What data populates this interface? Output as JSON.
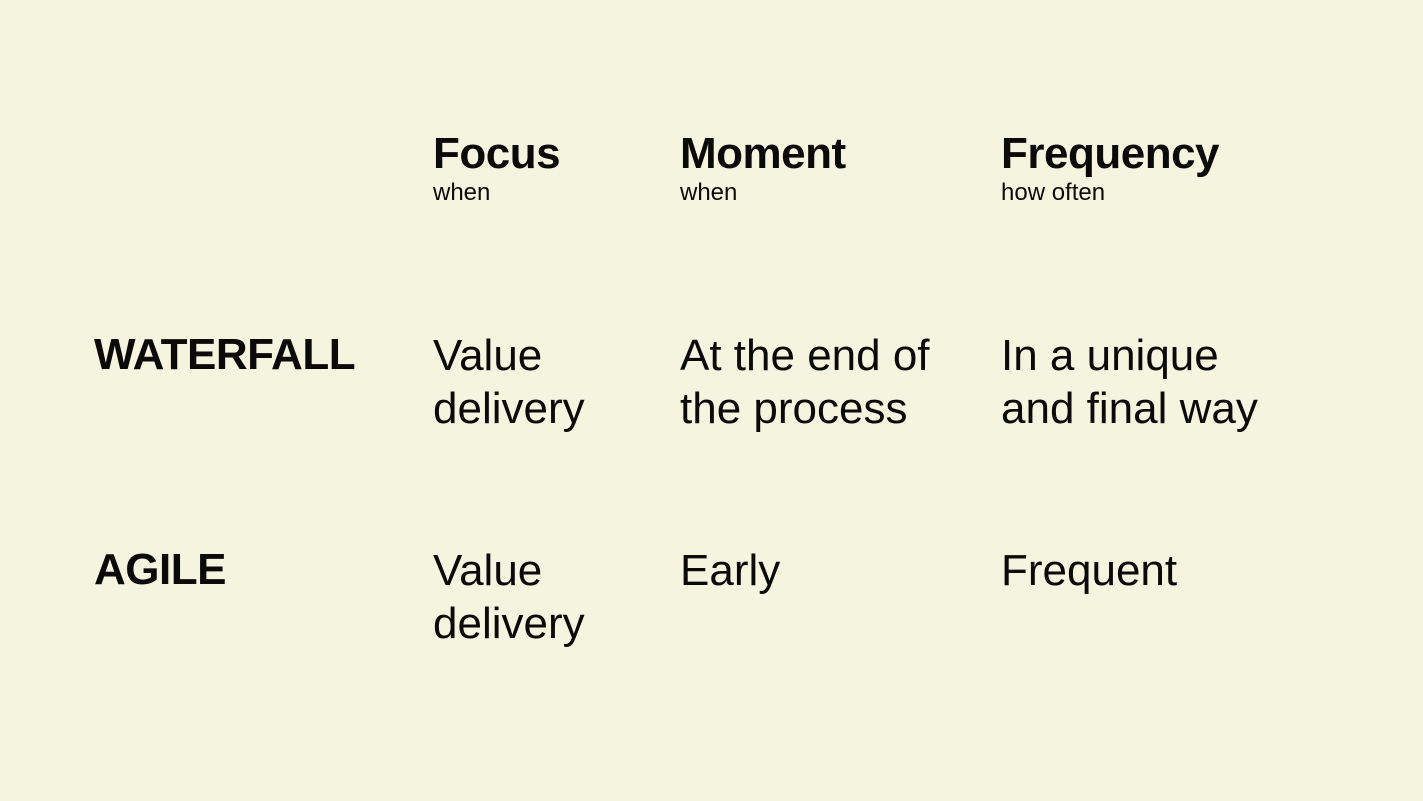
{
  "columns": [
    {
      "title": "Focus",
      "subtitle": "when"
    },
    {
      "title": "Moment",
      "subtitle": "when"
    },
    {
      "title": "Frequency",
      "subtitle": "how often"
    }
  ],
  "rows": [
    {
      "label": "WATERFALL",
      "cells": [
        "Value\ndelivery",
        "At the end of\nthe process",
        "In a unique\nand final way"
      ]
    },
    {
      "label": "AGILE",
      "cells": [
        "Value\ndelivery",
        "Early",
        "Frequent"
      ]
    }
  ],
  "colors": {
    "background": "#f5f4df",
    "text": "#0a0a0a"
  }
}
